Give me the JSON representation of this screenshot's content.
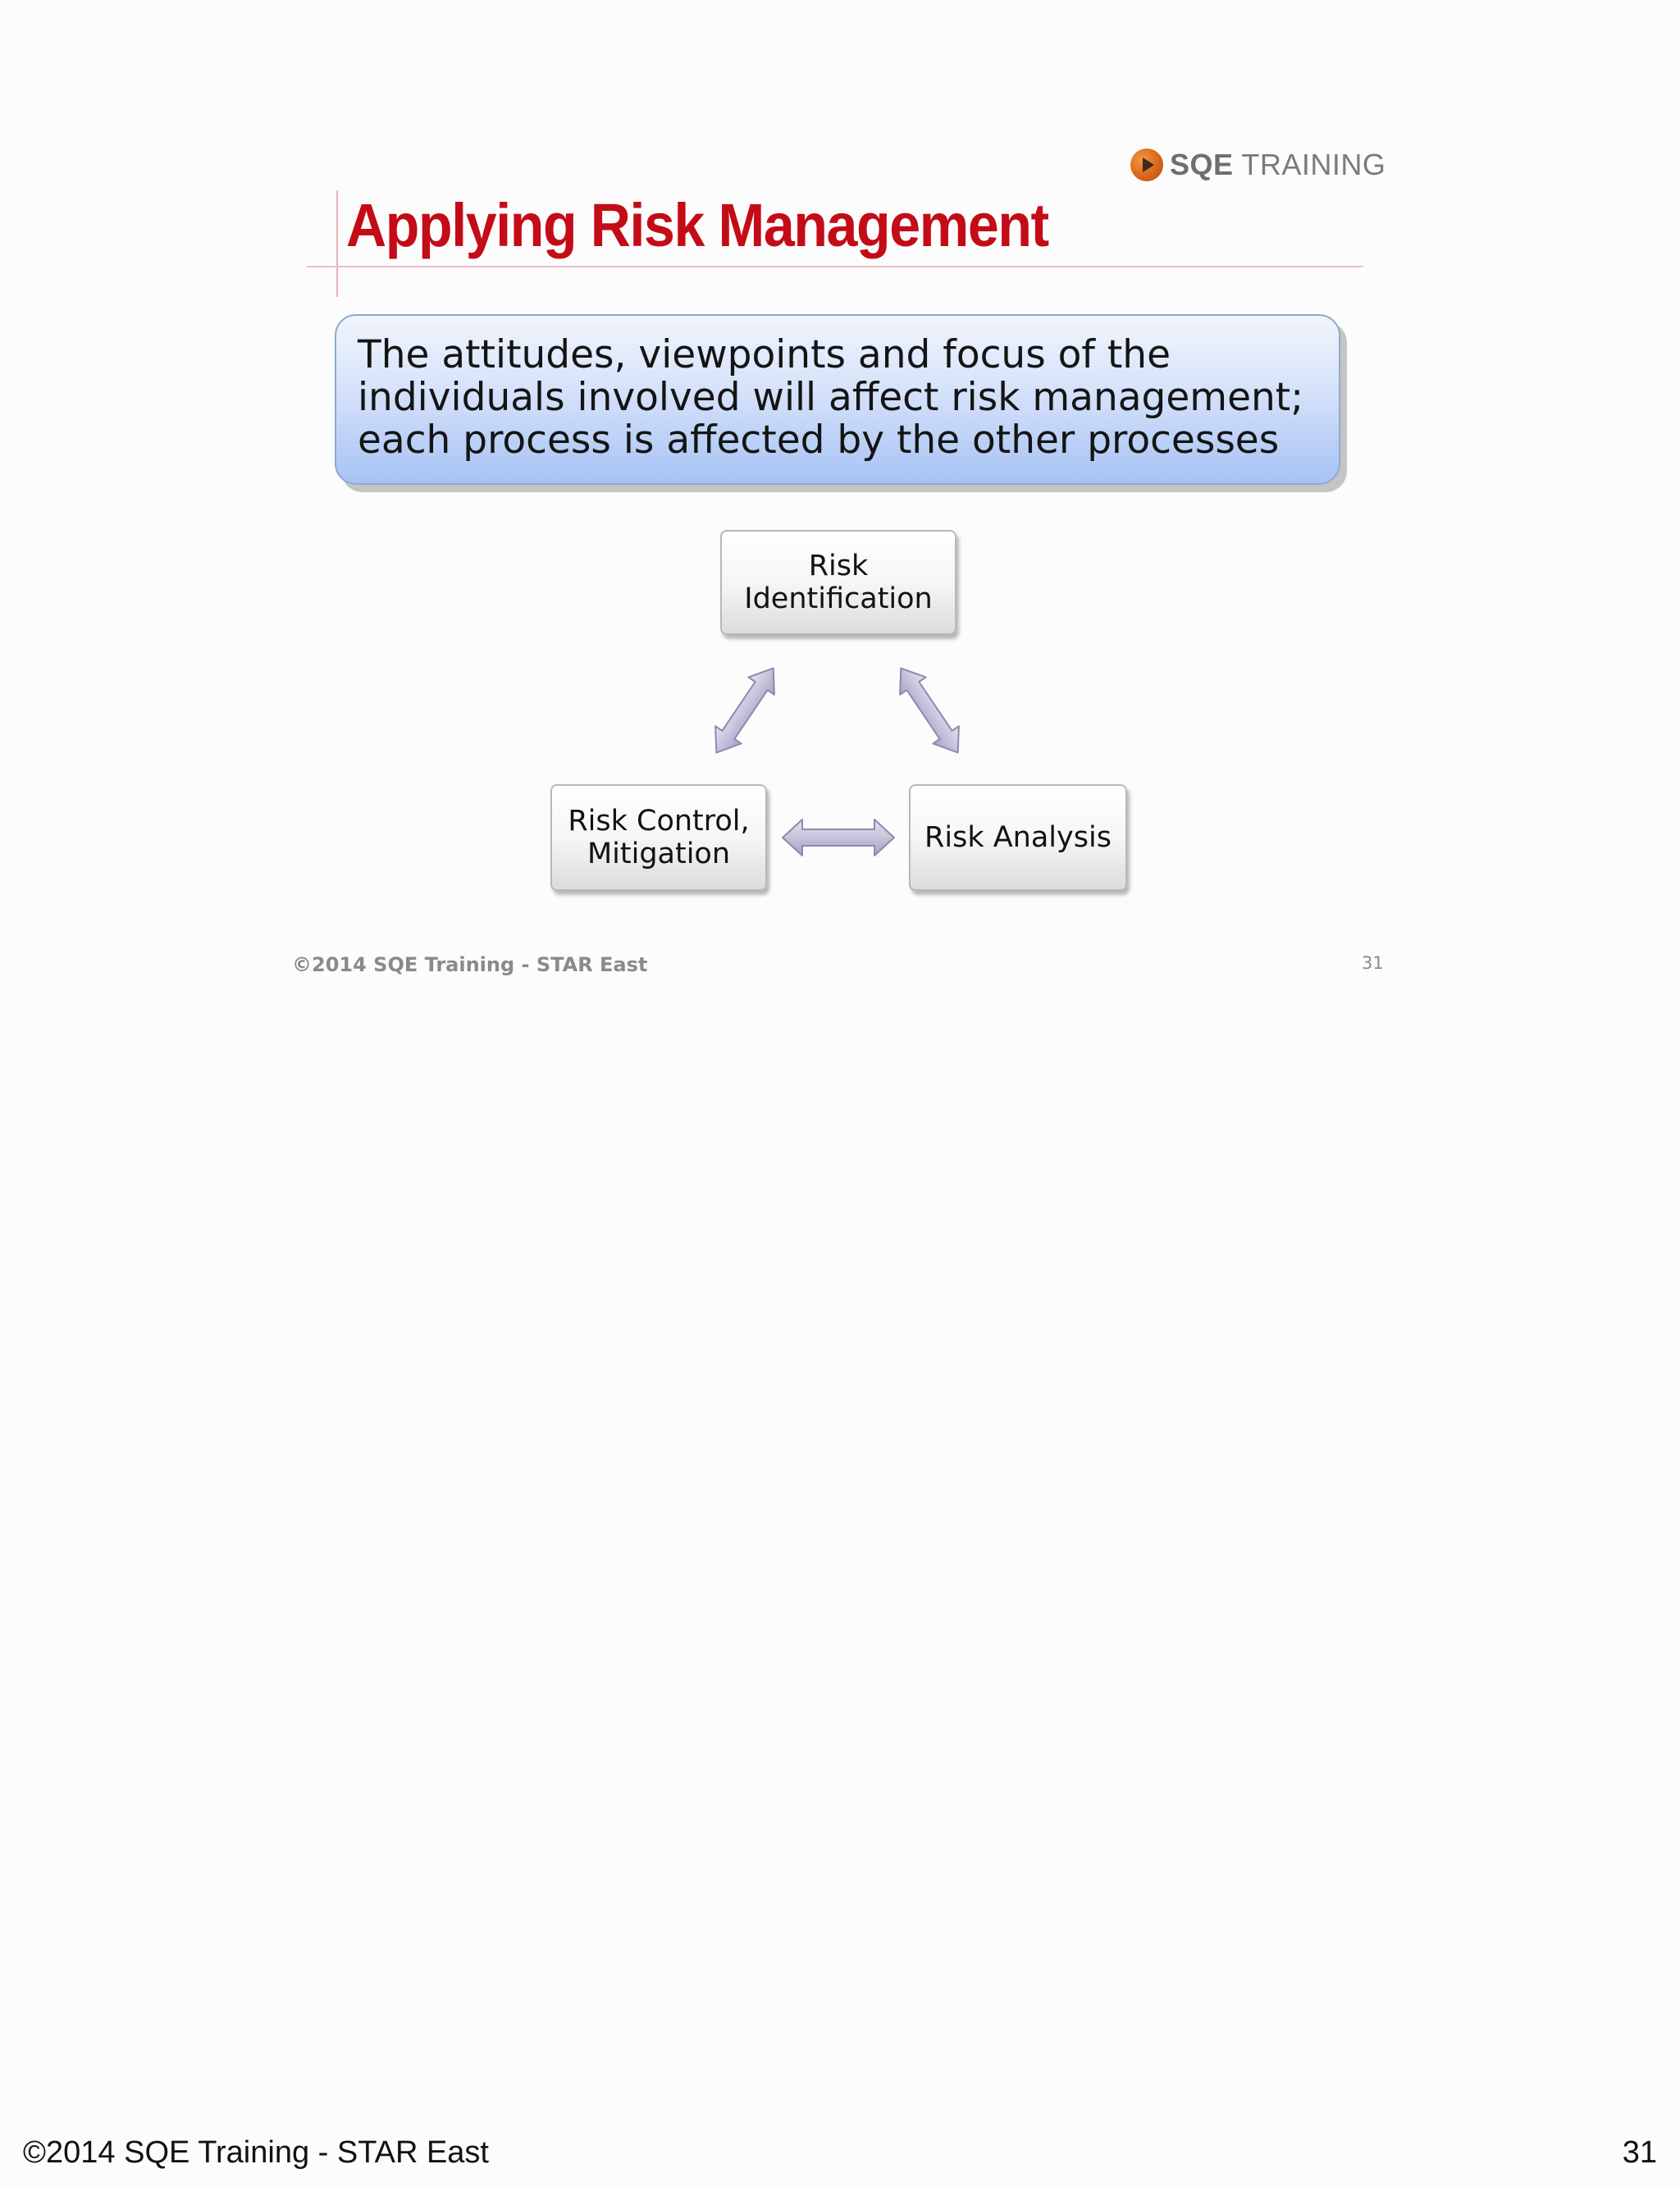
{
  "slide": {
    "logo": {
      "bold_text": "SQE",
      "text": " TRAINING",
      "icon": "play-circle-icon"
    },
    "title": "Applying Risk Management",
    "callout_lines": [
      "The attitudes, viewpoints and focus of the",
      "individuals involved will affect risk management;",
      "each process is affected by the other processes"
    ],
    "diagram": {
      "risk_identification": [
        "Risk",
        "Identification"
      ],
      "risk_control": [
        "Risk Control,",
        "Mitigation"
      ],
      "risk_analysis": [
        "Risk Analysis"
      ],
      "arrow_color": "#b3aed0"
    },
    "footer": "©2014 SQE Training - STAR East",
    "number": "31"
  },
  "page": {
    "footer": "©2014 SQE Training - STAR East",
    "number": "31"
  },
  "colors": {
    "title": "#c30c17",
    "callout_top": "#f1f5fd",
    "callout_bottom": "#a7c2f4",
    "logo_accent": "#d8661a"
  }
}
